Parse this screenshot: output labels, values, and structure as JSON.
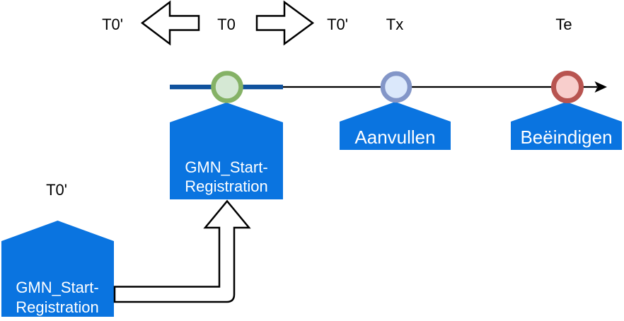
{
  "time_labels": {
    "t0_prime_left": "T0'",
    "t0": "T0",
    "t0_prime_right": "T0'",
    "tx": "Tx",
    "te": "Te",
    "t0_prime_bottom": "T0'"
  },
  "nodes": {
    "start_registration": {
      "line1": "GMN_Start-",
      "line2": "Registration"
    },
    "aanvullen": {
      "label": "Aanvullen"
    },
    "beeindigen": {
      "label": "Beëindigen"
    },
    "start_registration_initial": {
      "line1": "GMN_Start-",
      "line2": "Registration"
    }
  },
  "colors": {
    "node_blue": "#0a74e0",
    "timeline_navy": "#10529e",
    "axis_black": "#000000",
    "green_stroke": "#85b266",
    "green_fill": "#d5e8d4",
    "blue_stroke": "#8396c8",
    "blue_fill": "#dbe8fb",
    "red_stroke": "#b85450",
    "red_fill": "#f8cecc"
  }
}
